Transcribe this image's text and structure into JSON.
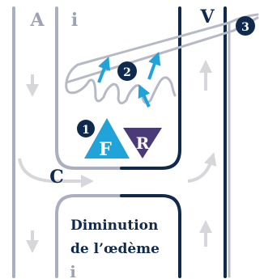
{
  "labels": {
    "A": "A",
    "i_top": "i",
    "V": "V",
    "C": "C",
    "i_bottom": "i"
  },
  "badges": {
    "one": "1",
    "two": "2",
    "three": "3"
  },
  "triangles": {
    "F": "F",
    "R": "R"
  },
  "caption": {
    "line1": "Diminution",
    "line2": "de l’œdème"
  },
  "colors": {
    "navy": "#0f2a4d",
    "cyan": "#1fa3d8",
    "grey_text": "#9ca2b4",
    "tube_grey": "#a9afc0",
    "light_grey": "#d7d7db",
    "purple": "#4a3b78",
    "wall_grey": "#b6b9c6"
  }
}
